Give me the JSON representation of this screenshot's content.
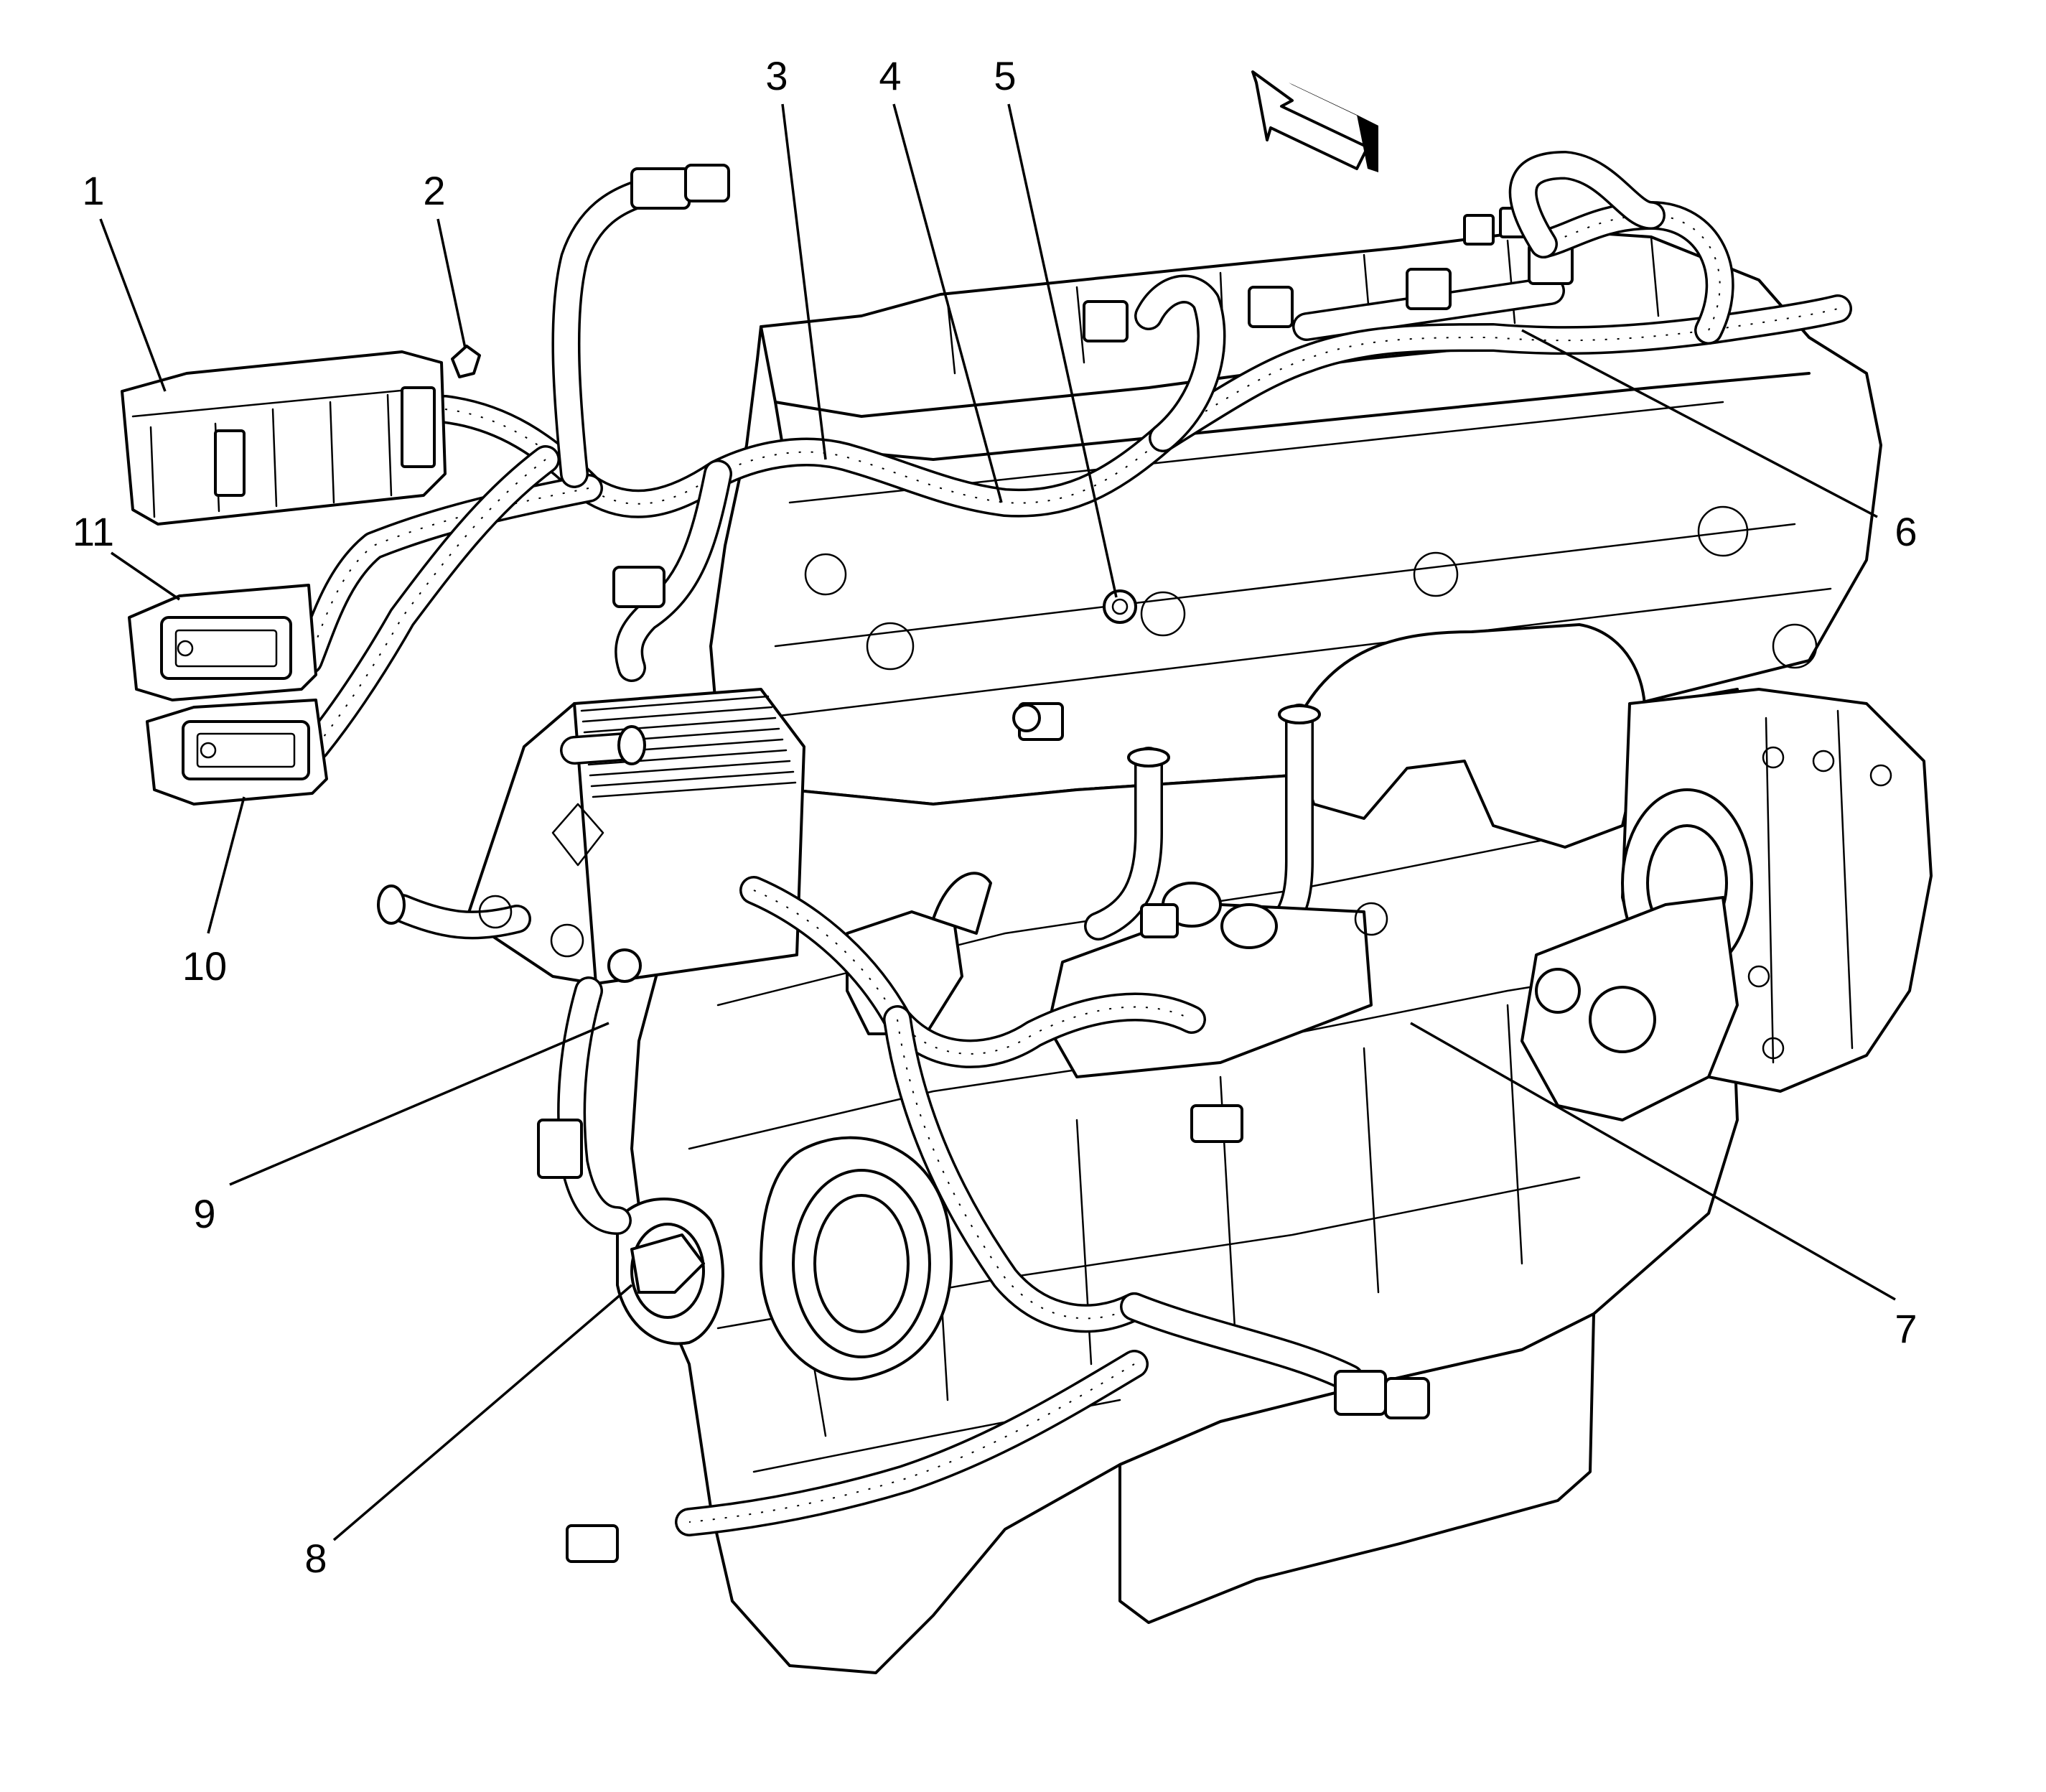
{
  "callouts": [
    {
      "id": "1",
      "text": "1"
    },
    {
      "id": "2",
      "text": "2"
    },
    {
      "id": "3",
      "text": "3"
    },
    {
      "id": "4",
      "text": "4"
    },
    {
      "id": "5",
      "text": "5"
    },
    {
      "id": "6",
      "text": "6"
    },
    {
      "id": "7",
      "text": "7"
    },
    {
      "id": "8",
      "text": "8"
    },
    {
      "id": "9",
      "text": "9"
    },
    {
      "id": "10",
      "text": "10"
    },
    {
      "id": "11",
      "text": "11"
    }
  ],
  "orientation_arrow": "forward-arrow-icon",
  "colors": {
    "line": "#000000",
    "background": "#ffffff"
  }
}
